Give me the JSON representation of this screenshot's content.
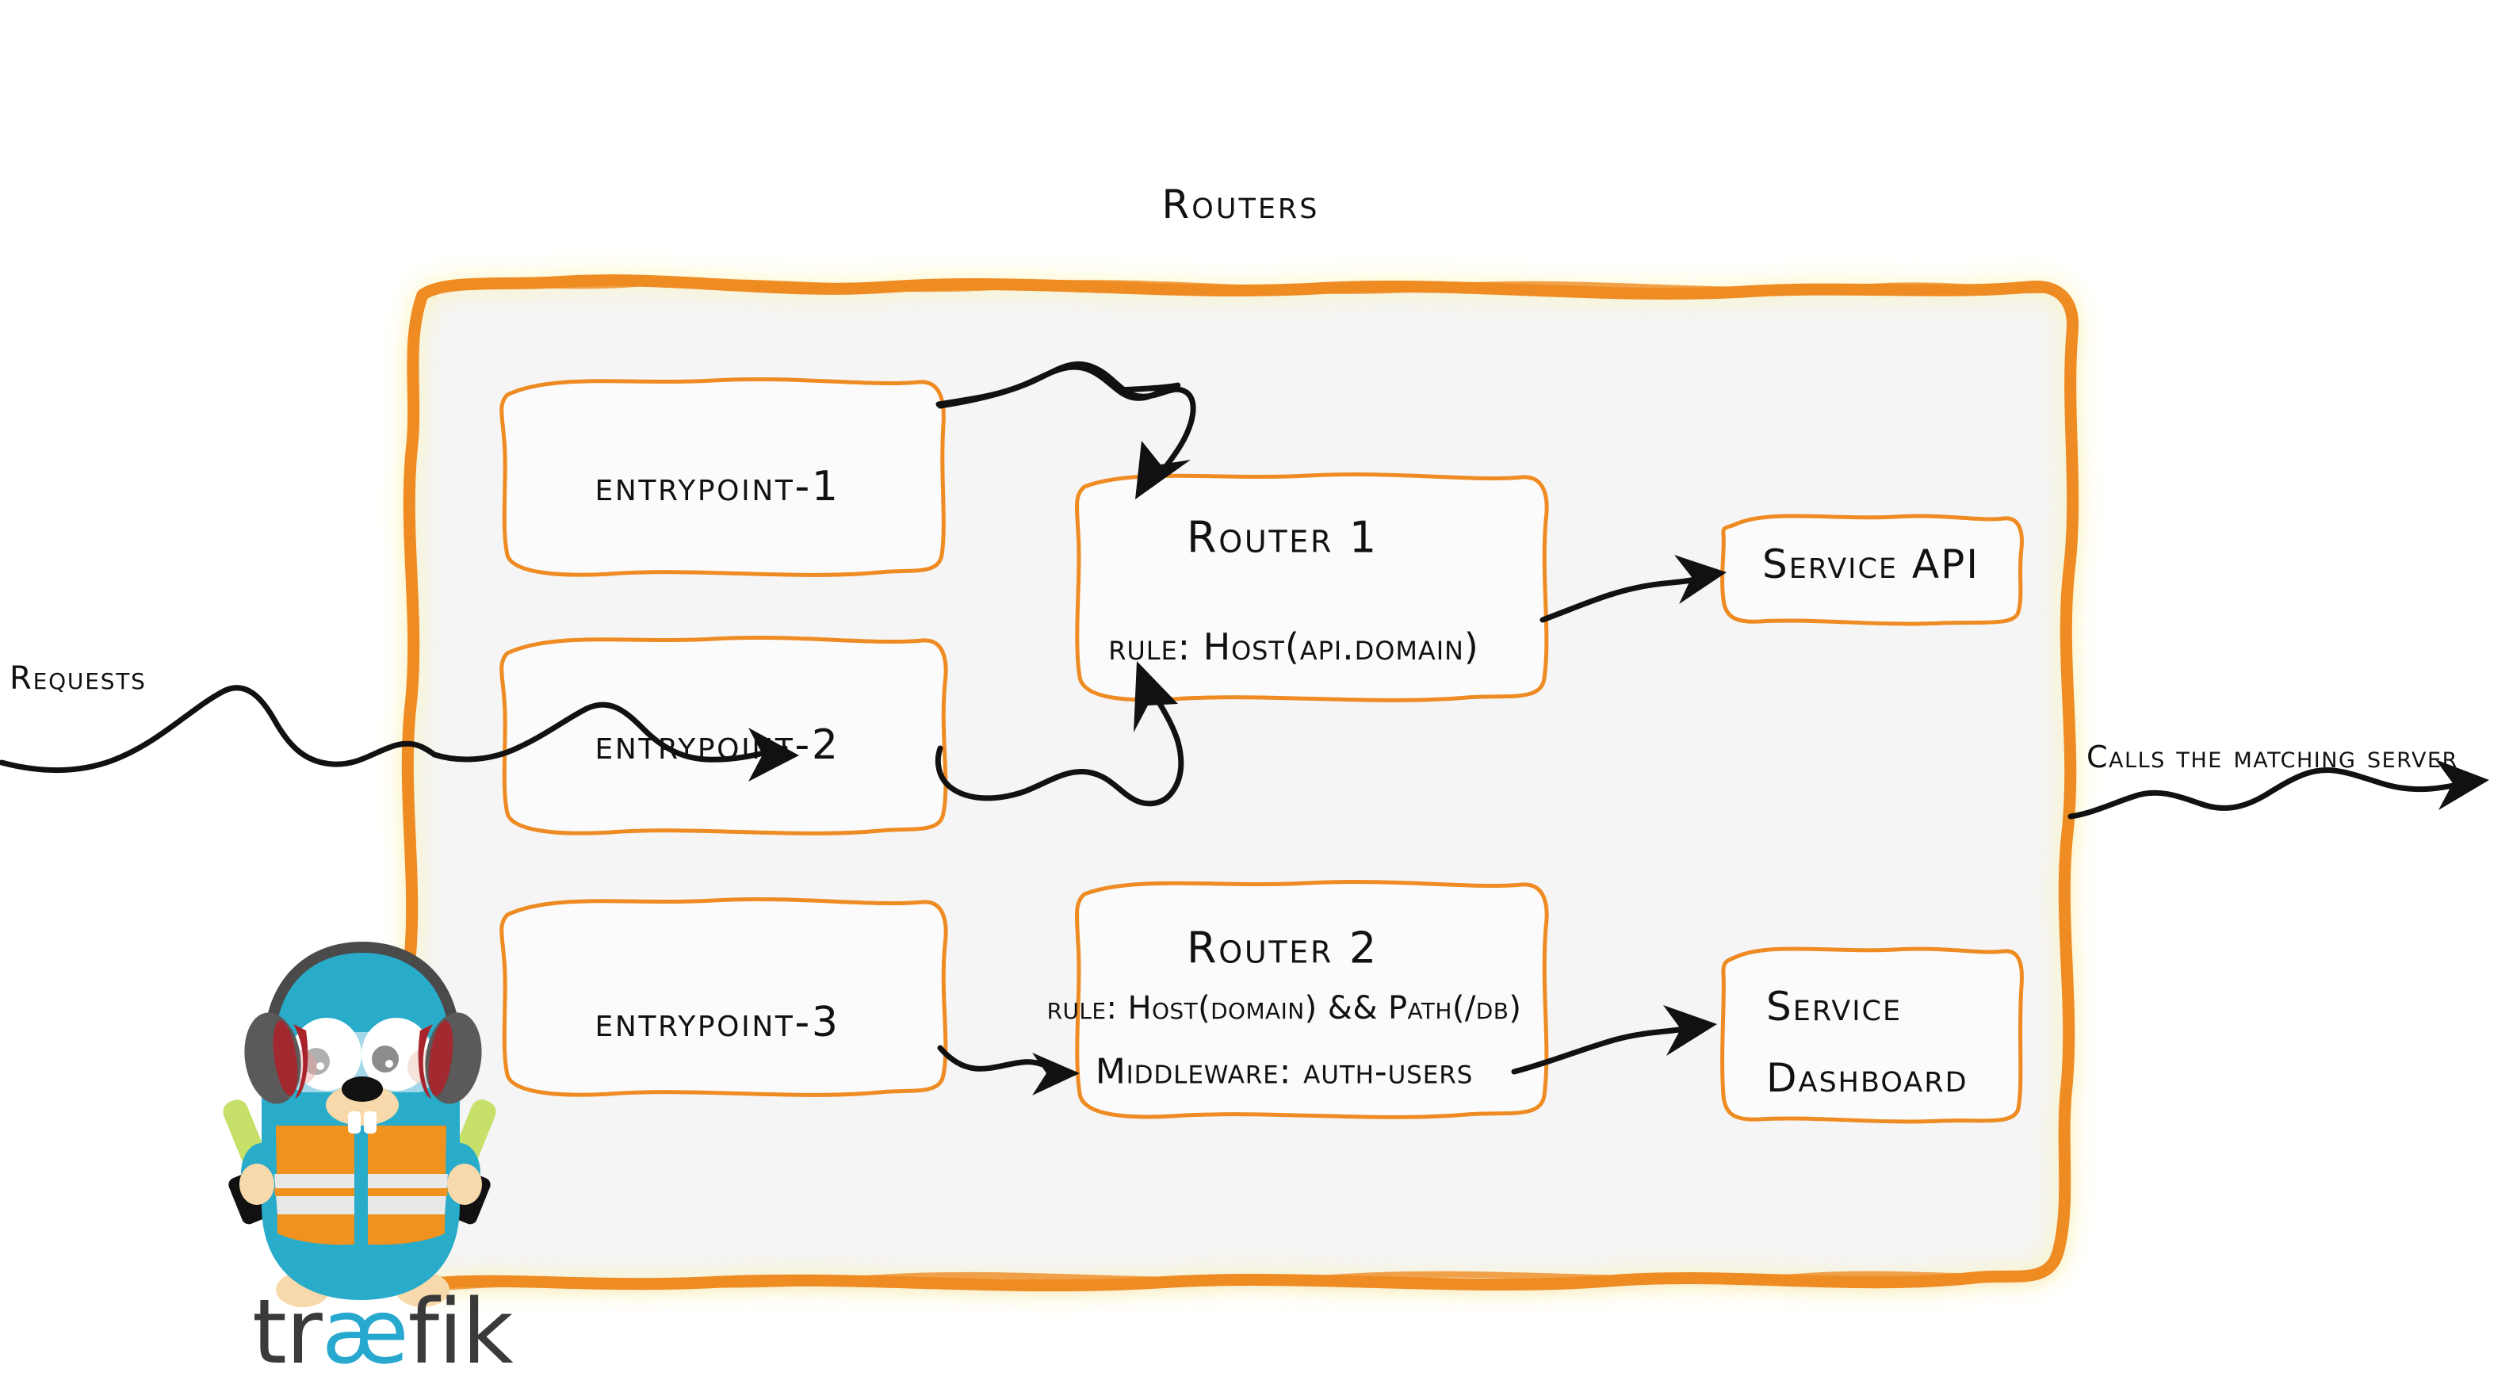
{
  "diagram": {
    "title": "Routers",
    "accent_color": "#ee8b22",
    "panel_fill": "#f5f5f5",
    "ink_color": "#111111"
  },
  "entrypoints": [
    {
      "label": "entrypoint-1",
      "name": "entrypoint-1"
    },
    {
      "label": "entrypoint-2",
      "name": "entrypoint-2"
    },
    {
      "label": "entrypoint-3",
      "name": "entrypoint-3"
    }
  ],
  "routers": [
    {
      "title": "Router 1",
      "rule": "rule: Host(api.domain)"
    },
    {
      "title": "Router 2",
      "rule": "rule: Host(domain) && Path(/db)",
      "middleware": "Middleware: auth-users"
    }
  ],
  "services": [
    {
      "line1": "Service API",
      "line2": ""
    },
    {
      "line1": "Service",
      "line2": "Dashboard"
    }
  ],
  "side_labels": {
    "incoming": "Requests",
    "outgoing": "Calls the matching server"
  },
  "logo": {
    "text_before": "tr",
    "text_ligature": "æ",
    "text_after": "fik",
    "mascot": "traefik-gopher-mascot",
    "mascot_colors": {
      "body": "#29abca",
      "vest": "#f0921e",
      "stripe": "#e8e8e8",
      "skin": "#f8d9ab",
      "headphone_cup": "#5a5a5a",
      "headphone_trim": "#a8242a",
      "wand": "#c6e06a",
      "goggles": "#cbe7f2"
    }
  }
}
